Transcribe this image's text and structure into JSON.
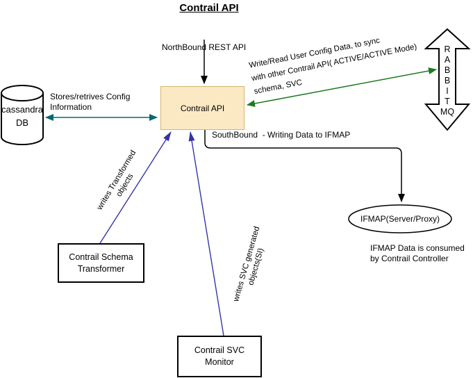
{
  "title": "Contrail API",
  "nodes": {
    "cassandra_db": {
      "label": "cassandra\nDB",
      "shape": "cylinder"
    },
    "contrail_api": {
      "label": "Contrail API",
      "shape": "rectangle"
    },
    "rabbitmq": {
      "letters": [
        "R",
        "A",
        "B",
        "B",
        "I",
        "T",
        "MQ"
      ],
      "shape": "vertical-double-arrow"
    },
    "ifmap": {
      "label": "IFMAP(Server/Proxy)",
      "shape": "ellipse"
    },
    "schema_transformer": {
      "label": "Contrail Schema\nTransformer",
      "shape": "rectangle"
    },
    "svc_monitor": {
      "label": "Contrail SVC\nMonitor",
      "shape": "rectangle"
    }
  },
  "edges": {
    "northbound": {
      "label": "NorthBound REST API",
      "color": "#000000",
      "direction": "into-contrail-api"
    },
    "stores_config": {
      "label": "Stores/retrives Config\nInformation",
      "color": "#006A6E",
      "direction": "bidirectional"
    },
    "write_read": {
      "label": "Write/Read User Config Data, to sync\nwith other Contrail API( ACTIVE/ACTIVE Mode)\nschema, SVC",
      "color": "#1E7B1E",
      "direction": "bidirectional"
    },
    "southbound": {
      "label": "SouthBound  - Writing Data to IFMAP",
      "color": "#000000",
      "direction": "into-ifmap"
    },
    "writes_transformed": {
      "label": "writes Transformed\nobjects",
      "color": "#3434A6",
      "direction": "into-contrail-api"
    },
    "writes_svc": {
      "label": "writes SVC generated\nobjects(SI)",
      "color": "#3434A6",
      "direction": "into-contrail-api"
    }
  },
  "notes": {
    "ifmap_note": "IFMAP Data is consumed\nby Contrail Controller"
  },
  "colors": {
    "api_box_fill": "#FBE9C4",
    "api_box_border": "#D7B56A",
    "teal": "#006A6E",
    "green": "#1E7B1E",
    "blue": "#3434A6",
    "black": "#000000",
    "background": "#FFFFFF"
  }
}
